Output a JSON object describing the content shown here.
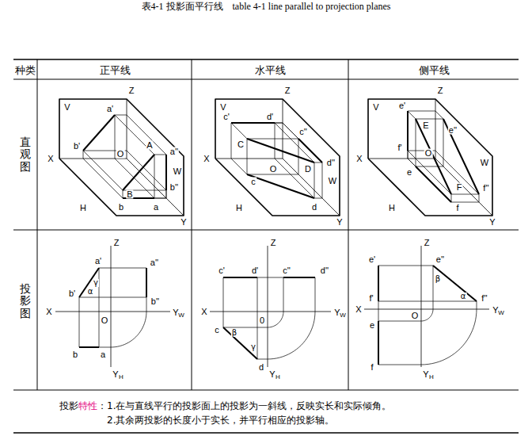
{
  "diagram": {
    "title": "表4-1 投影面平行线    table 4-1 line parallel to projection planes",
    "labels": [
      "种类",
      "正平线",
      "水平线",
      "侧平线",
      "直观图",
      "V",
      "Z",
      "a'",
      "b'",
      "A",
      "X",
      "W",
      "a''",
      "O",
      "B",
      "b''",
      "b",
      "a",
      "H",
      "Y",
      "V",
      "Z",
      "c'",
      "d'",
      "c''",
      "C",
      "O",
      "D",
      "d''",
      "X",
      "W",
      "c",
      "d",
      "H",
      "Y",
      "V",
      "Z",
      "e'",
      "e''",
      "E",
      "f'",
      "O",
      "X",
      "W",
      "e",
      "F",
      "f''",
      "H",
      "f",
      "Y",
      "投影图",
      "Z",
      "a'",
      "a''",
      "γ",
      "b'",
      "α",
      "b''",
      "X",
      "Y",
      "W",
      "O",
      "b",
      "a",
      "Y",
      "H",
      "c'",
      "Z",
      "d'",
      "c''",
      "d''",
      "X",
      "0",
      "Y",
      "W",
      "c",
      "β",
      "γ",
      "d",
      "Y",
      "H",
      "e'",
      "Z",
      "e''",
      "β",
      "f'",
      "α",
      "f''",
      "X",
      "O",
      "Y",
      "W",
      "e",
      "f",
      "Y",
      "H",
      "投影",
      "特性",
      "：1.在与直线平行的投影面上的投影为一斜线，反映实长和实际倾角。",
      "2.其余两投影的长度小于实长，并平行相应的投影轴。"
    ]
  }
}
